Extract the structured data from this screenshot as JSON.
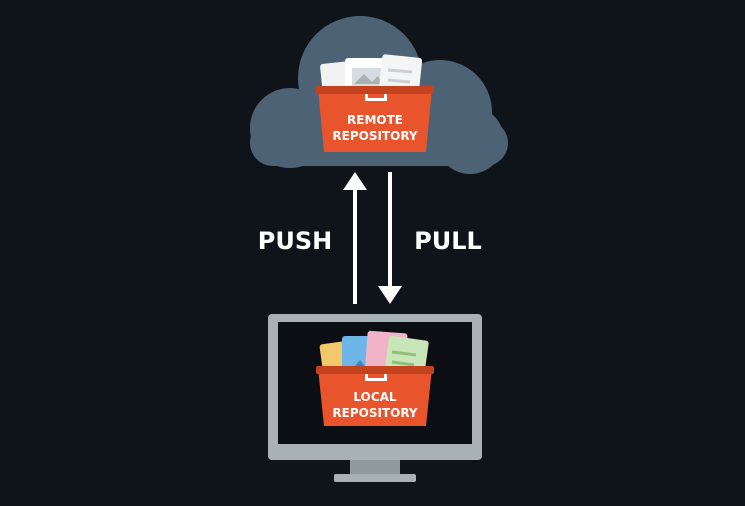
{
  "colors": {
    "background": "#0f141a",
    "cloud": "#4d6375",
    "basket": "#e8552d",
    "basket_dark": "#c4431f",
    "arrow": "#ffffff",
    "monitor_bezel": "#a7b1b6",
    "monitor_screen": "#0b0f14",
    "stand": "#8f999e"
  },
  "remote": {
    "line1": "REMOTE",
    "line2": "REPOSITORY",
    "icon": "cloud-icon"
  },
  "local": {
    "line1": "LOCAL",
    "line2": "REPOSITORY",
    "icon": "monitor-icon"
  },
  "push": {
    "label": "PUSH",
    "icon": "arrow-up-icon"
  },
  "pull": {
    "label": "PULL",
    "icon": "arrow-down-icon"
  }
}
